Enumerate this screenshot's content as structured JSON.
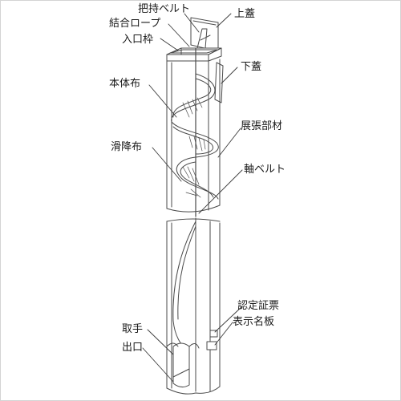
{
  "diagram": {
    "labels": {
      "handle_belt": "把持ベルト",
      "top_lid": "上蓋",
      "binding_rope": "結合ロープ",
      "entrance_frame": "入口枠",
      "bottom_lid": "下蓋",
      "main_cloth": "本体布",
      "spreading_member": "展張部材",
      "slide_cloth": "滑降布",
      "axis_belt": "軸ベルト",
      "certification_label": "認定証票",
      "name_plate": "表示名板",
      "grip": "取手",
      "exit": "出口"
    },
    "colors": {
      "line": "#4a4a4a",
      "text": "#1a1a1a",
      "border": "#d4d4d4"
    }
  }
}
